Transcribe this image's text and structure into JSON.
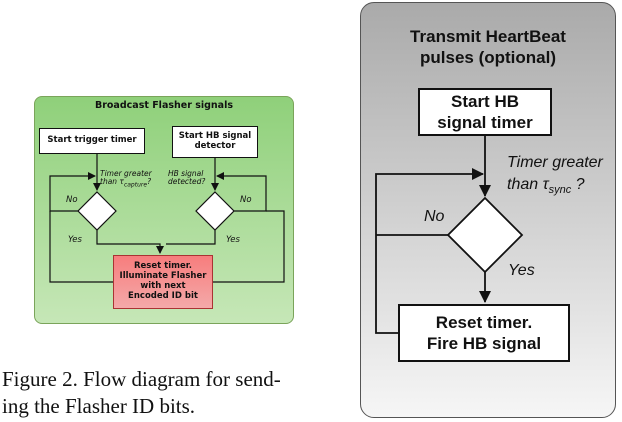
{
  "left_diagram": {
    "title": "Broadcast Flasher signals",
    "box_trigger": "Start trigger timer",
    "box_hb_detector": [
      "Start HB signal",
      "detector"
    ],
    "question_timer": [
      "Timer greater",
      "than τ",
      "capture",
      "?"
    ],
    "question_hb": [
      "HB signal",
      "detected?"
    ],
    "no_left": "No",
    "no_right": "No",
    "yes_left": "Yes",
    "yes_right": "Yes",
    "box_reset": [
      "Reset timer.",
      "Illuminate Flasher",
      "with next",
      "Encoded ID bit"
    ]
  },
  "caption": [
    "Figure 2. Flow diagram for send-",
    "ing the Flasher ID bits."
  ],
  "right_diagram": {
    "title": [
      "Transmit HeartBeat",
      "pulses (optional)"
    ],
    "box_start": [
      "Start HB",
      "signal timer"
    ],
    "question": [
      "Timer greater",
      "than τ",
      "sync",
      " ?"
    ],
    "no": "No",
    "yes": "Yes",
    "box_reset": [
      "Reset timer.",
      "Fire HB signal"
    ]
  }
}
